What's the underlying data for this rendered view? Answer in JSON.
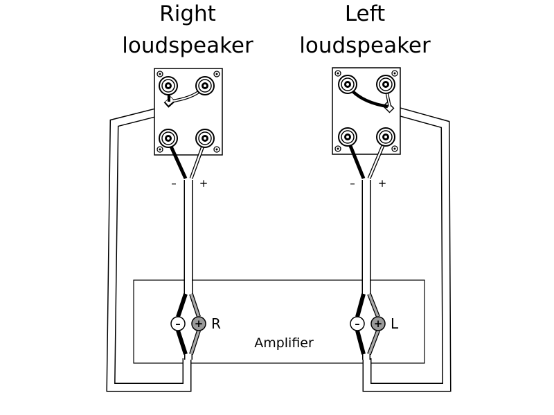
{
  "speakers": {
    "right": {
      "title_line1": "Right",
      "title_line2": "loudspeaker"
    },
    "left": {
      "title_line1": "Left",
      "title_line2": "loudspeaker"
    }
  },
  "polarity": {
    "minus": "–",
    "plus": "+"
  },
  "amplifier": {
    "label": "Amplifier",
    "right_channel": "R",
    "left_channel": "L",
    "minus_symbol": "–",
    "plus_symbol": "+"
  }
}
